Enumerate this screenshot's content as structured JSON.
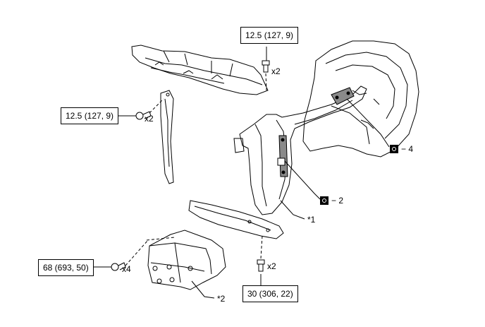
{
  "callouts": {
    "torque_top": "12.5 (127, 9)",
    "torque_left": "12.5 (127, 9)",
    "torque_bottom_left": "68 (693, 50)",
    "torque_bottom_right": "30 (306, 22)"
  },
  "quantities": {
    "top_bolt": "x2",
    "left_bolt": "x2",
    "bottom_left_bolt": "x4",
    "bottom_right_bolt": "x2"
  },
  "part_refs": {
    "ref_2": "− 2",
    "ref_4": "− 4",
    "star1": "*1",
    "star2": "*2"
  },
  "icons": {
    "adhesive_symbol": "filled-square-with-circle-icon",
    "bolt": "bolt-icon"
  }
}
